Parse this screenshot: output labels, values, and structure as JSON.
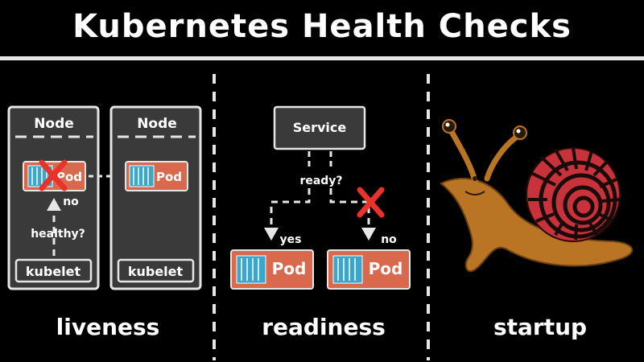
{
  "title": "Kubernetes Health Checks",
  "colors": {
    "background": "#000000",
    "panel": "#3a3a3a",
    "border": "#e6e6e6",
    "pod": "#d9694d",
    "container": "#3aa6c9",
    "cross": "#e8322c",
    "snail_shell": "#c8323b",
    "snail_body": "#b97424"
  },
  "sections": {
    "liveness": {
      "heading": "liveness",
      "node_before": {
        "label": "Node",
        "pod": "Pod",
        "kubelet": "kubelet"
      },
      "node_after": {
        "label": "Node",
        "pod": "Pod",
        "kubelet": "kubelet"
      },
      "probe_label": "healthy?",
      "result": "no"
    },
    "readiness": {
      "heading": "readiness",
      "service": "Service",
      "probe_label": "ready?",
      "left_branch": "yes",
      "right_branch": "no",
      "pod_left": "Pod",
      "pod_right": "Pod"
    },
    "startup": {
      "heading": "startup",
      "image": "snail-icon"
    }
  }
}
